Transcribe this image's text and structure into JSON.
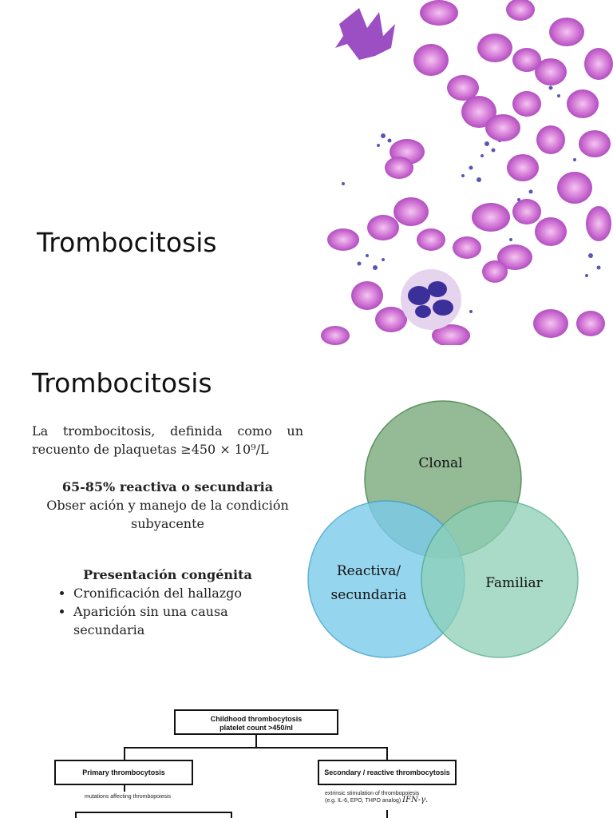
{
  "slide1": {
    "title": "Trombocitosis"
  },
  "slide2": {
    "title": "Trombocitosis",
    "definition": "La trombocitosis, definida como un recuento de plaquetas ≥450 × 10⁹/L",
    "reactive_stat": "65-85% reactiva o secundaria",
    "reactive_note": "Obser ación y manejo de la condición subyacente",
    "congenital_heading": "Presentación congénita",
    "congenital_items": [
      "Cronificación del hallazgo",
      "Aparición sin una causa secundaria"
    ],
    "venn": {
      "top": "Clonal",
      "left_line1": "Reactiva/",
      "left_line2": "secundaria",
      "right": "Familiar",
      "colors": {
        "clonal": "#8db58e",
        "reactive": "#7ccbeb",
        "familial": "#8dd0b6"
      }
    }
  },
  "slide3": {
    "root_line1": "Childhood thrombocytosis",
    "root_line2": "platelet count >450/nl",
    "primary": "Primary thrombocytosis",
    "secondary": "Secondary / reactive thrombocytosis",
    "primary_note": "mutations affecting thrombopoiesis",
    "secondary_note_line1": "extrinsic stimulation of thrombopoiesis",
    "secondary_note_line2": "(e.g. IL-6, EPO, THPO analog)",
    "secondary_note_extra": "IFN-γ."
  }
}
